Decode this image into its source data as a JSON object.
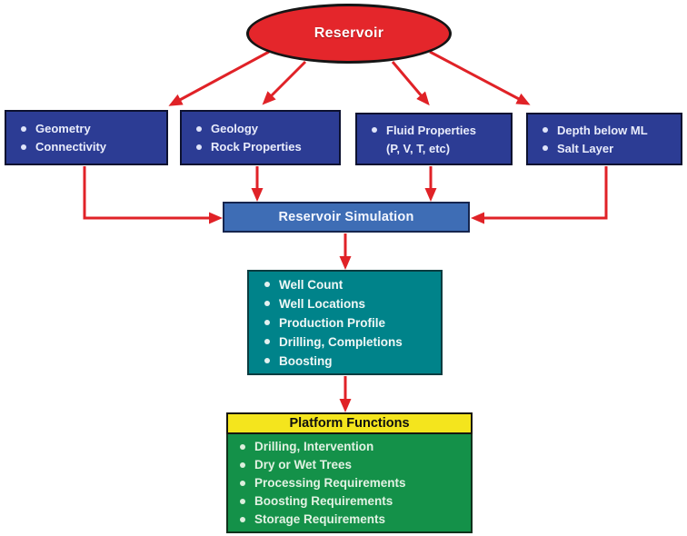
{
  "reservoir": {
    "label": "Reservoir"
  },
  "inputs": [
    {
      "line1": "Geometry",
      "line2": "Connectivity"
    },
    {
      "line1": "Geology",
      "line2": "Rock Properties"
    },
    {
      "line1": "Fluid Properties",
      "line2": "(P, V, T, etc)"
    },
    {
      "line1": "Depth below ML",
      "line2": "Salt Layer"
    }
  ],
  "simulation": {
    "label": "Reservoir Simulation"
  },
  "simulation_outputs": {
    "items": [
      "Well Count",
      "Well Locations",
      "Production Profile",
      "Drilling, Completions",
      "Boosting"
    ]
  },
  "platform": {
    "header": "Platform Functions",
    "items": [
      "Drilling, Intervention",
      "Dry or Wet Trees",
      "Processing Requirements",
      "Boosting Requirements",
      "Storage Requirements"
    ]
  },
  "colors": {
    "arrow_red": "#e02227",
    "ellipse_red": "#e4262b",
    "input_navy": "#2c3c94",
    "simulation_blue": "#3e6db5",
    "outputs_teal": "#00838a",
    "platform_yellow": "#f4e51d",
    "platform_green": "#149149",
    "border_black": "#151515"
  }
}
